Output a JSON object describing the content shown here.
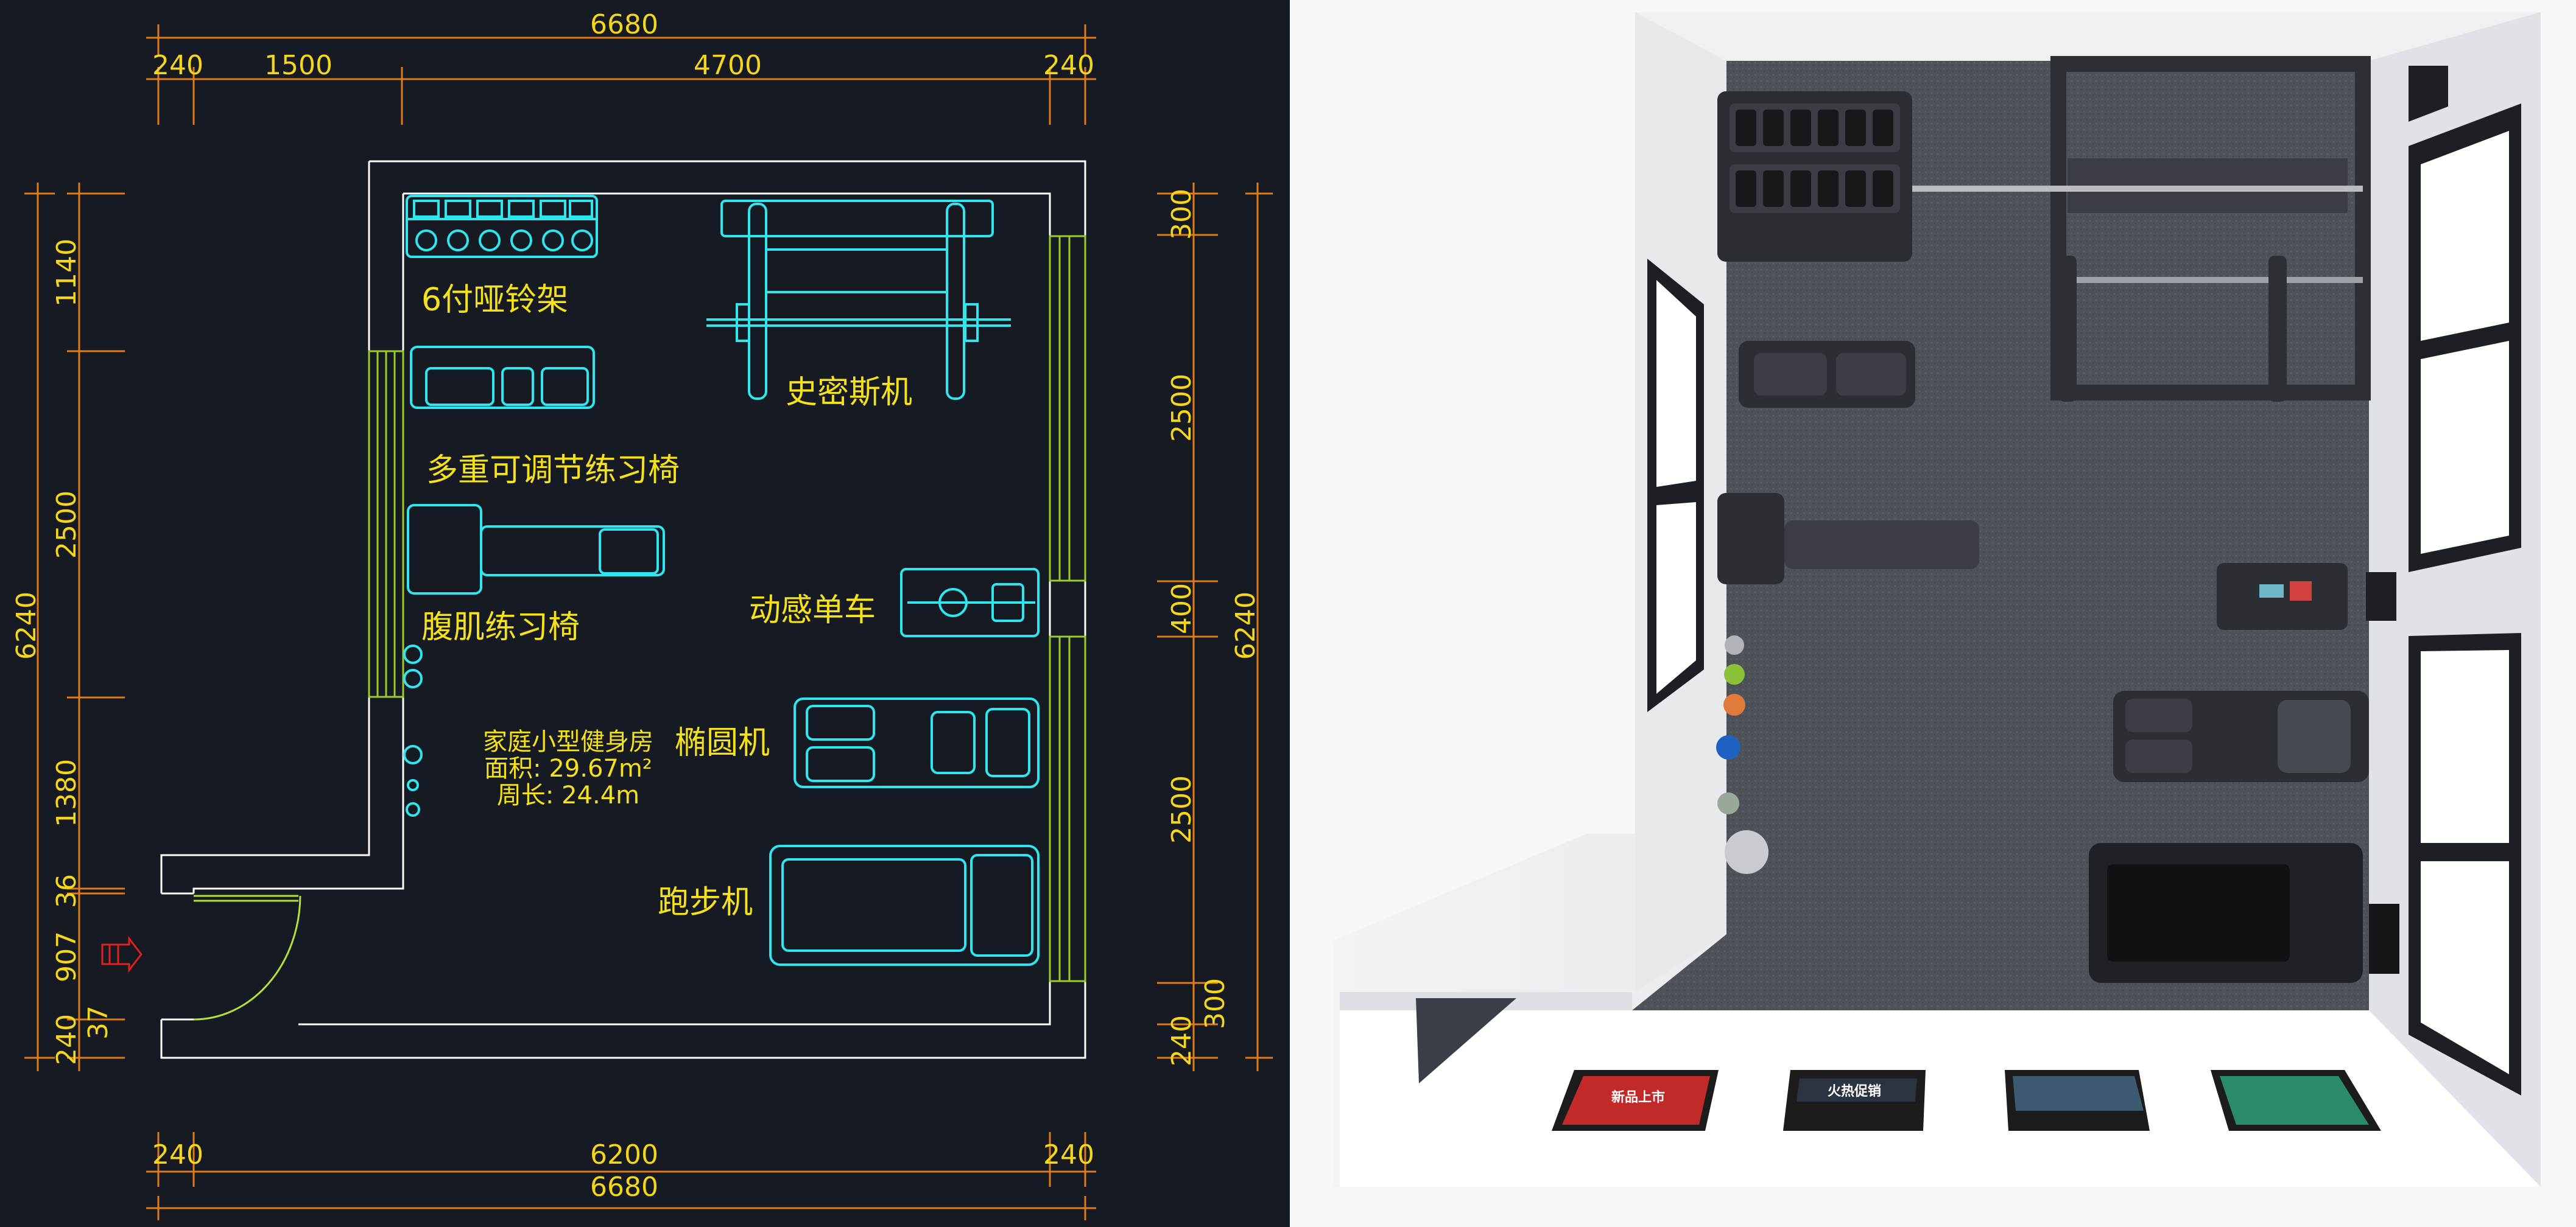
{
  "plan": {
    "top_dims": {
      "total": "6680",
      "segments": [
        "240",
        "1500",
        "4700",
        "240"
      ]
    },
    "bottom_dims": {
      "total": "6680",
      "segments": [
        "240",
        "6200",
        "240"
      ]
    },
    "left_dims": {
      "total": "6240",
      "segments": [
        "1140",
        "2500",
        "1380",
        "36",
        "907",
        "240",
        "37"
      ]
    },
    "right_dims": {
      "total": "6240",
      "segments": [
        "300",
        "2500",
        "400",
        "2500",
        "300",
        "240"
      ]
    },
    "labels": {
      "dumbbell_rack": "6付哑铃架",
      "smith_machine": "史密斯机",
      "adjustable_bench": "多重可调节练习椅",
      "ab_bench": "腹肌练习椅",
      "spin_bike": "动感单车",
      "elliptical": "椭圆机",
      "treadmill": "跑步机"
    },
    "room_info": {
      "name": "家庭小型健身房",
      "area": "面积: 29.67m²",
      "perimeter": "周长: 24.4m"
    },
    "colors": {
      "background": "#161a22",
      "wall": "#ffffff",
      "equipment": "#2ee6f0",
      "dimension": "#e07a1a",
      "text": "#f5e21a",
      "entry_arrow": "#e02020"
    }
  },
  "render": {
    "poster_texts": [
      "新品上市",
      "火热促销",
      "",
      ""
    ]
  }
}
